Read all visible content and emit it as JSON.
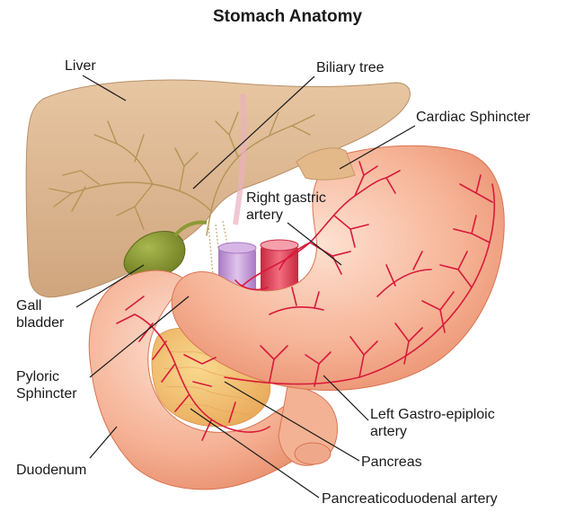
{
  "title": "Stomach Anatomy",
  "labels": {
    "liver": "Liver",
    "biliary_tree": "Biliary tree",
    "cardiac_sphincter": "Cardiac Sphincter",
    "right_gastric_artery_1": "Right gastric",
    "right_gastric_artery_2": "artery",
    "gall_bladder_1": "Gall",
    "gall_bladder_2": "bladder",
    "pyloric_sphincter_1": "Pyloric",
    "pyloric_sphincter_2": "Sphincter",
    "left_gastro_epiploic_artery_1": "Left Gastro-epiploic",
    "left_gastro_epiploic_artery_2": "artery",
    "duodenum": "Duodenum",
    "pancreas": "Pancreas",
    "pancreaticoduodenal_artery": "Pancreaticoduodenal artery"
  },
  "colors": {
    "liver": "#d8b08a",
    "liver_vessels": "#b39455",
    "stomach": "#f2a385",
    "arteries": "#d81a3a",
    "gall_bladder": "#8c9a35",
    "pancreas": "#f3c46c",
    "aorta": "#e2435a",
    "vena_cava": "#c59bd4"
  }
}
